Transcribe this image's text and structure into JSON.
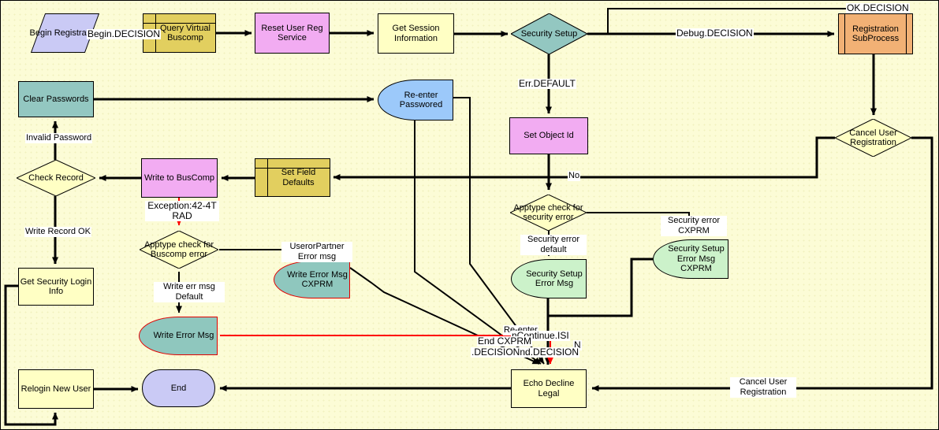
{
  "colors": {
    "background": "#FCFCD6",
    "node_yellow": "#FFFFC4",
    "node_khaki": "#E2CF5F",
    "node_pink": "#F2ACF2",
    "node_teal": "#93C7C1",
    "node_blue": "#9CC9FA",
    "node_orange": "#F2B175",
    "node_green": "#CCF2CA",
    "node_lavender": "#CACAF5",
    "edge_black": "#000000",
    "edge_red": "#FF0000"
  },
  "nodes": {
    "begin_registration": {
      "label": "Begin Registration"
    },
    "query_virtual_buscomp": {
      "label": "Query Virtual Buscomp"
    },
    "reset_user_reg_service": {
      "label": "Reset User Reg Service"
    },
    "get_session_information": {
      "label": "Get Session Information"
    },
    "security_setup": {
      "label": "Security Setup"
    },
    "registration_subprocess": {
      "label": "Registration SubProcess"
    },
    "clear_passwords": {
      "label": "Clear Passwords"
    },
    "re_enter_passwored": {
      "label": "Re-enter Passwored"
    },
    "set_object_id": {
      "label": "Set Object Id"
    },
    "cancel_user_registration": {
      "label": "Cancel User Registration"
    },
    "check_record": {
      "label": "Check Record"
    },
    "write_to_buscomp": {
      "label": "Write to BusComp"
    },
    "set_field_defaults": {
      "label": "Set Field Defaults"
    },
    "apptype_buscomp_error": {
      "label": "Apptype check for Buscomp error"
    },
    "write_error_msg_cxprm": {
      "label": "Write Error Msg CXPRM"
    },
    "apptype_security_error": {
      "label": "Apptype check for security error"
    },
    "security_setup_error_msg": {
      "label": "Security Setup Error Msg"
    },
    "security_setup_error_msg_cxprm": {
      "label": "Security Setup Error Msg CXPRM"
    },
    "get_security_login_info": {
      "label": "Get Security Login Info"
    },
    "write_error_msg": {
      "label": "Write Error Msg"
    },
    "relogin_new_user": {
      "label": "Relogin New User"
    },
    "end": {
      "label": "End"
    },
    "echo_decline_legal": {
      "label": "Echo Decline Legal"
    }
  },
  "edge_labels": {
    "begin_decision": {
      "text": "Begin.DECISION"
    },
    "debug_decision": {
      "text": "Debug.DECISION"
    },
    "ok_decision": {
      "text": "OK.DECISION"
    },
    "err_default": {
      "text": "Err.DEFAULT"
    },
    "invalid_password": {
      "text": "Invalid Password"
    },
    "write_record_ok": {
      "text": "Write Record OK"
    },
    "exception_rad": {
      "text": "Exception:42-4T RAD"
    },
    "useror_partner": {
      "text": "UserorPartner Error msg"
    },
    "write_err_msg_default": {
      "text": "Write err msg Default"
    },
    "security_error_default": {
      "text": "Security error default"
    },
    "security_error_cxprm": {
      "text": "Security error CXPRM"
    },
    "no": {
      "text": "No"
    },
    "cancel_user_registration": {
      "text": "Cancel User Registration"
    },
    "re_enter_partial": {
      "text": "Re-enter"
    },
    "ncontinue_isi": {
      "text": "nContinue.ISI"
    },
    "end_cxprm": {
      "text": "End CXPRM"
    },
    "decision_nd_decision": {
      "text": ".DECISIONnd.DECISION"
    },
    "n_partial": {
      "text": "N"
    }
  }
}
